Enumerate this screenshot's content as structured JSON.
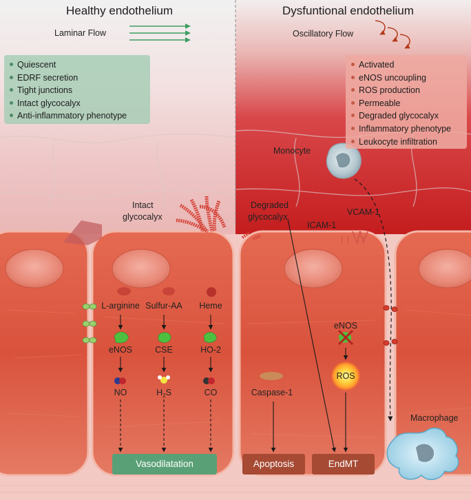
{
  "panels": {
    "left_title": "Healthy endothelium",
    "right_title": "Dysfuntional endothelium"
  },
  "flow": {
    "laminar": "Laminar Flow",
    "oscillatory": "Oscillatory Flow"
  },
  "healthy_features": [
    "Quiescent",
    "EDRF secretion",
    "Tight junctions",
    "Intact glycocalyx",
    "Anti-inflammatory phenotype"
  ],
  "dysfunctional_features": [
    "Activated",
    "eNOS uncoupling",
    "ROS production",
    "Permeable",
    "Degraded glycocalyx",
    "Inflammatory phenotype",
    "Leukocyte infiltration"
  ],
  "labels": {
    "intact_glycocalyx_1": "Intact",
    "intact_glycocalyx_2": "glycocalyx",
    "degraded_glycocalyx_1": "Degraded",
    "degraded_glycocalyx_2": "glycocalyx",
    "monocyte": "Monocyte",
    "icam": "ICAM-1",
    "vcam": "VCAM-1",
    "macrophage": "Macrophage",
    "caspase": "Caspase-1",
    "enos_uncoupled": "eNOS",
    "ros": "ROS"
  },
  "pathways": [
    {
      "substrate": "L-arginine",
      "enzyme": "eNOS",
      "product": "NO"
    },
    {
      "substrate": "Sulfur-AA",
      "enzyme": "CSE",
      "product_main": "H",
      "product_sub": "2",
      "product_tail": "S"
    },
    {
      "substrate": "Heme",
      "enzyme": "HO-2",
      "product": "CO"
    }
  ],
  "outcomes": {
    "vasodilatation": "Vasodilatation",
    "apoptosis": "Apoptosis",
    "endmt": "EndMT"
  },
  "colors": {
    "healthy_box": "#a5cdb4",
    "dysfunctional_box": "#eeaaa0",
    "vasodilatation": "#5aa077",
    "apoptosis": "#a64a33",
    "endmt": "#a64a33",
    "cell": "#d9523c",
    "lumen_inflamed": "#c8201f"
  }
}
